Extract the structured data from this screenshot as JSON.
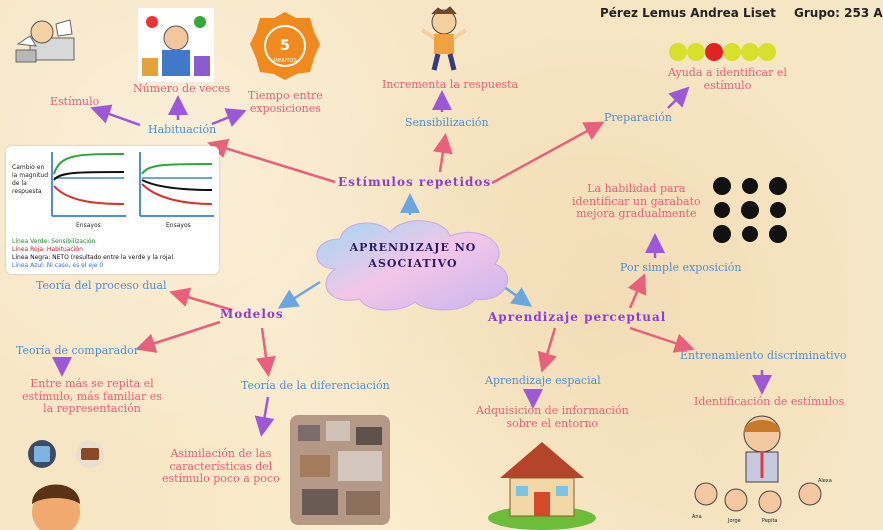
{
  "header": {
    "name": "Pérez Lemus Andrea Liset",
    "group": "Grupo: 253 A"
  },
  "center": {
    "line1": "APRENDIZAJE NO",
    "line2": "ASOCIATIVO"
  },
  "branches": {
    "estimulos_repetidos": "Estímulos repetidos",
    "modelos": "Modelos",
    "aprendizaje_perceptual": "Aprendizaje perceptual"
  },
  "estimulos": {
    "habituacion": "Habituación",
    "estimulo": "Estímulo",
    "numero_veces": "Número de veces",
    "tiempo_line1": "Tiempo entre",
    "tiempo_line2": "exposiciones",
    "sensibilizacion": "Sensibilización",
    "incrementa": "Incrementa la respuesta",
    "preparacion": "Preparación",
    "ayuda_line1": "Ayuda a identificar el",
    "ayuda_line2": "estímulo"
  },
  "modelos": {
    "teoria_dual": "Teoría del proceso dual",
    "comparador": "Teoría de comparador",
    "comparador_desc_1": "Entre más se repita el",
    "comparador_desc_2": "estímulo, más familiar es",
    "comparador_desc_3": "la representación",
    "diferenciacion": "Teoría de la diferenciación",
    "asimilacion_1": "Asimilación de las",
    "asimilacion_2": "características del",
    "asimilacion_3": "estímulo poco a poco"
  },
  "perceptual": {
    "simple_exposicion": "Por simple exposición",
    "habilidad_1": "La habilidad para",
    "habilidad_2": "identificar un garabato",
    "habilidad_3": "mejora gradualmente",
    "espacial": "Aprendizaje espacial",
    "adquisicion_1": "Adquisición de información",
    "adquisicion_2": "sobre el entorno",
    "discriminativo": "Entrenamiento discriminativo",
    "identificacion": "Identificación de estímulos"
  },
  "graph_card": {
    "ylabel_1": "Cambio en",
    "ylabel_2": "la magnitud",
    "ylabel_3": "de la",
    "ylabel_4": "respuesta",
    "xlabel_left": "Ensayos",
    "xlabel_right": "Ensayos",
    "legend_1": "Línea Verde: Sensibilización",
    "legend_2": "Línea Roja: Habituación",
    "legend_3": "Línea Negra: NETO (resultado entre la verde y la roja)",
    "legend_4": "Línea Azul: Ni caso, es el eje 0"
  },
  "kids_labels": {
    "ana": "Ana",
    "jorge": "Jorge",
    "pepita": "Pepita",
    "alexa": "Alexa"
  },
  "clock_badge": {
    "number": "5",
    "caption": "MINUTOS"
  },
  "colors": {
    "pink": "#e8607a",
    "blue": "#4f8fd6",
    "purple": "#8a3fd0",
    "arrow_blue": "#6aa6e0",
    "arrow_pink": "#e8607a",
    "arrow_purple": "#9b59d9"
  }
}
